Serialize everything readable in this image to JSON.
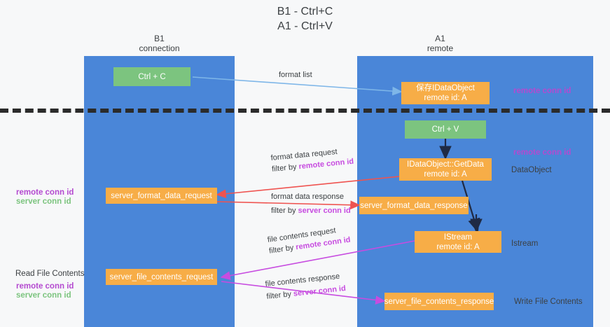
{
  "title": {
    "line1": "B1 - Ctrl+C",
    "line2": "A1 - Ctrl+V"
  },
  "lanes": [
    {
      "name": "B1",
      "subtitle": "connection"
    },
    {
      "name": "A1",
      "subtitle": "remote"
    }
  ],
  "boxes": {
    "ctrl_c": "Ctrl + C",
    "ctrl_v": "Ctrl + V",
    "save_idataobject_l1": "保存IDataObject",
    "save_idataobject_l2": "remote id: A",
    "getdata_l1": "IDataObject::GetData",
    "getdata_l2": "remote id: A",
    "istream_l1": "IStream",
    "istream_l2": "remote id: A",
    "server_format_data_request": "server_format_data_request",
    "server_format_data_response": "server_format_data_response",
    "server_file_contents_request": "server_file_contents_request",
    "server_file_contents_response": "server_file_contents_response"
  },
  "edge_labels": {
    "format_list": "format list",
    "format_data_request": "format data request",
    "format_data_request_filter_prefix": "filter by ",
    "format_data_request_filter_key": "remote conn id",
    "format_data_response": "format data response",
    "format_data_response_filter_prefix": "filter by ",
    "format_data_response_filter_key": "server conn id",
    "file_contents_request": "file contents request",
    "file_contents_request_filter_prefix": "filter by ",
    "file_contents_request_filter_key": "remote conn id",
    "file_contents_response": "file contents response",
    "file_contents_response_filter_prefix": "filter by ",
    "file_contents_response_filter_key": "server conn id"
  },
  "annotations": {
    "right_remote_conn_id_top": "remote conn id",
    "right_remote_conn_id_mid": "remote conn id",
    "right_dataobject": "DataObject",
    "right_istream": "Istream",
    "right_write_file_contents": "Write File Contents",
    "left_remote_conn_id_1": "remote conn id",
    "left_server_conn_id_1": "server conn id",
    "left_read_file_contents": "Read File Contents",
    "left_remote_conn_id_2": "remote conn id",
    "left_server_conn_id_2": "server conn id"
  },
  "colors": {
    "lane": "#4a86d8",
    "box_green": "#7cc47f",
    "box_orange": "#f7ad47",
    "accent_purple": "#b44ad0",
    "accent_green": "#7cc47f",
    "arrow_blue": "#7eb6e8",
    "arrow_red": "#ef5350",
    "arrow_magenta": "#c74ce0",
    "arrow_dark": "#1f2a44",
    "divider": "#2b2b2b",
    "background": "#f7f8f9"
  }
}
